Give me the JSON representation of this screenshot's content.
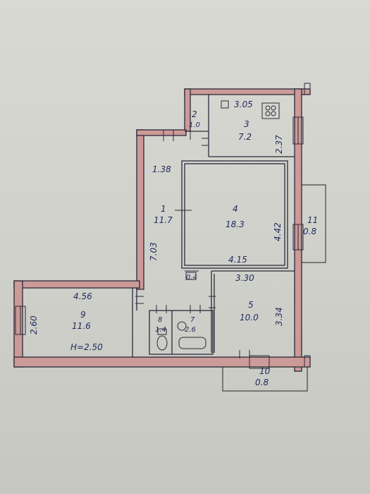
{
  "rooms": [
    {
      "id": "1",
      "area": "11.7"
    },
    {
      "id": "2",
      "area": "1.0"
    },
    {
      "id": "3",
      "area": "7.2"
    },
    {
      "id": "4",
      "area": "18.3"
    },
    {
      "id": "5",
      "area": "10.0"
    },
    {
      "id": "7",
      "area": "2.6"
    },
    {
      "id": "8",
      "area": "1.4"
    },
    {
      "id": "9",
      "area": "11.6"
    },
    {
      "id": "10",
      "area": "0.8"
    },
    {
      "id": "11",
      "area": "0.8"
    }
  ],
  "dimensions": {
    "kitchen_width": "3.05",
    "kitchen_depth": "2.37",
    "hall_top": "1.38",
    "hall_length": "7.03",
    "living_depth": "4.42",
    "living_width": "4.15",
    "bedroom_width": "3.30",
    "bedroom_depth": "3.34",
    "room9_width": "4.56",
    "room9_depth": "2.60",
    "small_gap": "0.4"
  },
  "ceiling_height": "H=2.50"
}
